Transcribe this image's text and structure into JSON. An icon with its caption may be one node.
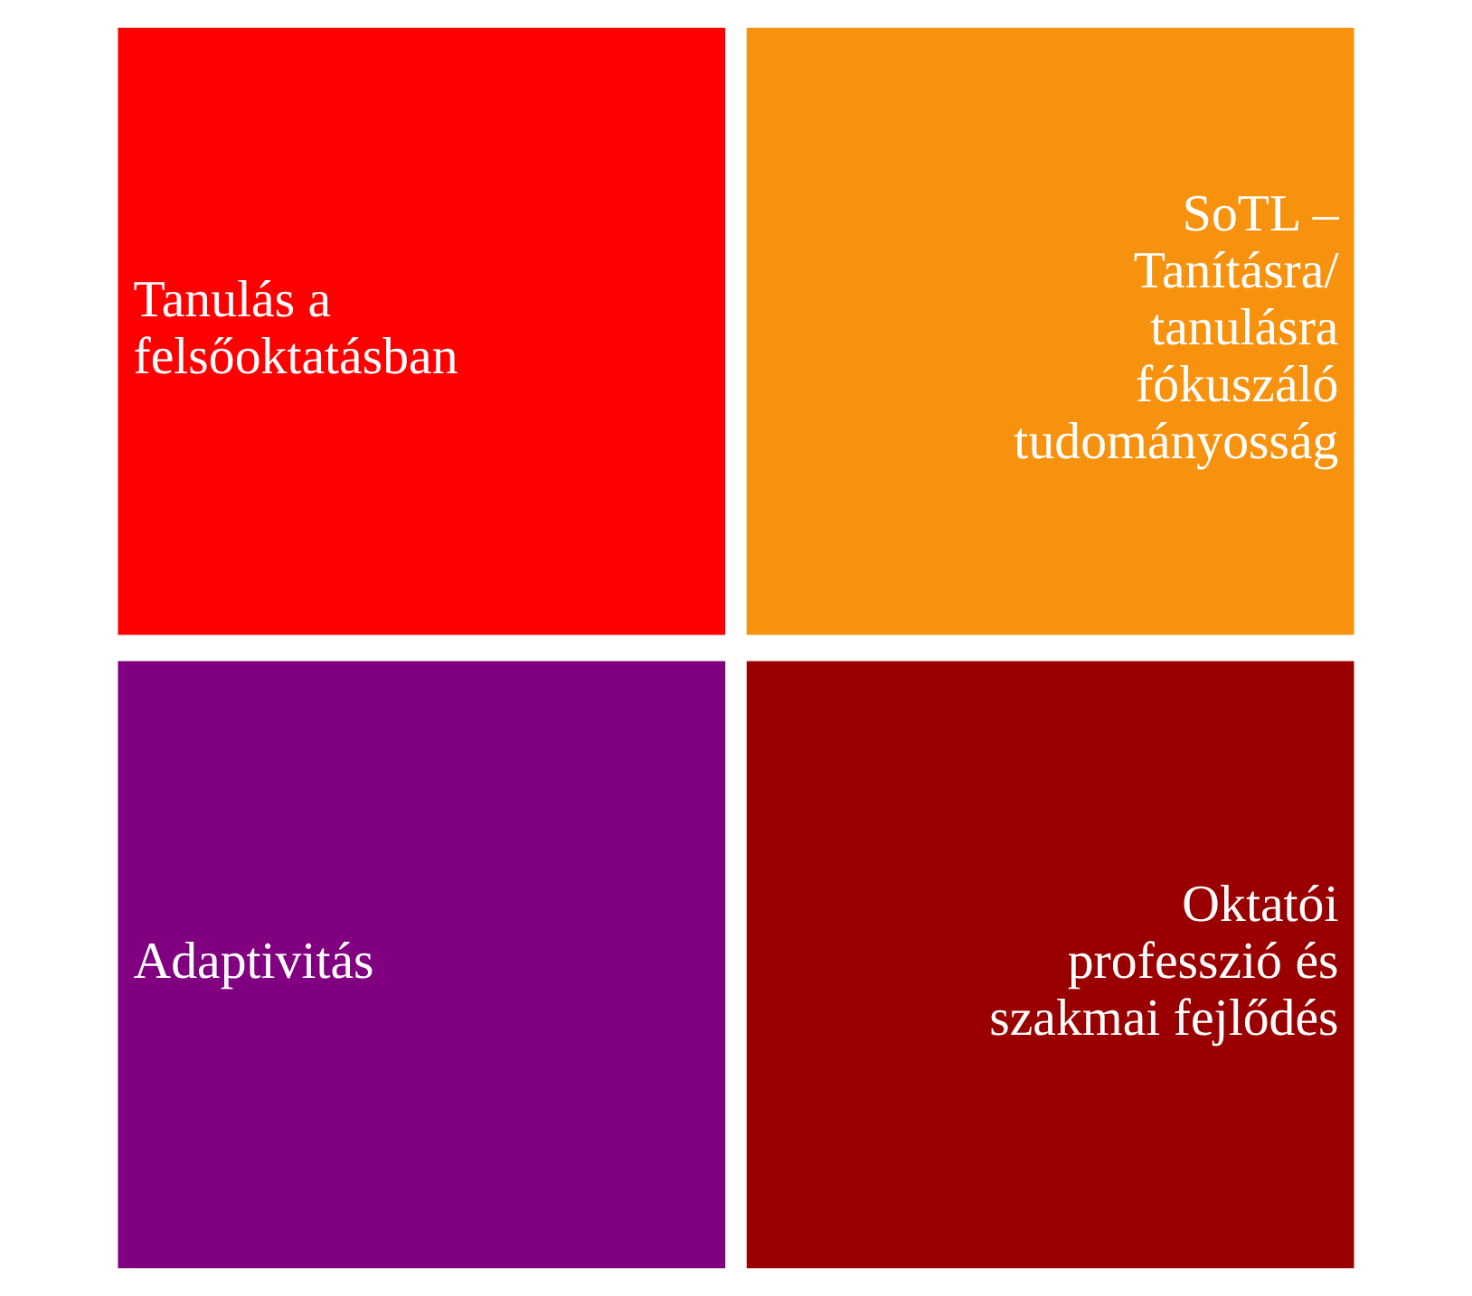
{
  "diagram": {
    "nodes": [
      {
        "text": [
          "Tanulás a felsőoktatásban"
        ]
      },
      {
        "text": [
          "SoTL – Tanításra/ tanulásra fókuszáló tudományosság"
        ]
      },
      {
        "text": [
          "Oktatói professzió és szakmai fejlődés"
        ]
      },
      {
        "text": [
          "Adaptivitás"
        ]
      }
    ],
    "edges": []
  }
}
